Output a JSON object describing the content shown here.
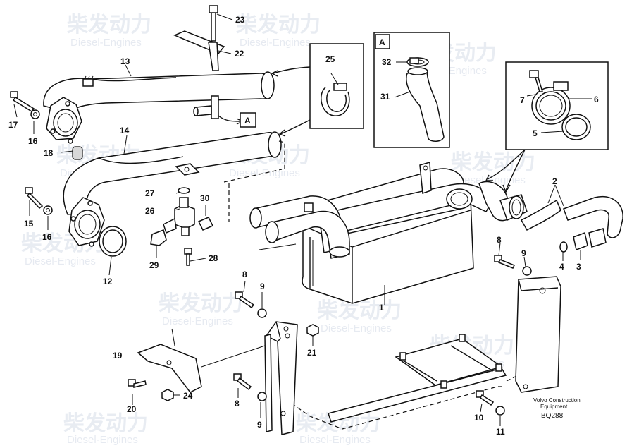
{
  "watermark": {
    "brand": "柴发动力",
    "sub": "Diesel-Engines"
  },
  "callouts": [
    {
      "id": "c1",
      "text": "1"
    },
    {
      "id": "c2",
      "text": "2"
    },
    {
      "id": "c3",
      "text": "3"
    },
    {
      "id": "c4",
      "text": "4"
    },
    {
      "id": "c5",
      "text": "5"
    },
    {
      "id": "c6",
      "text": "6"
    },
    {
      "id": "c7",
      "text": "7"
    },
    {
      "id": "c8a",
      "text": "8"
    },
    {
      "id": "c8b",
      "text": "8"
    },
    {
      "id": "c8c",
      "text": "8"
    },
    {
      "id": "c9a",
      "text": "9"
    },
    {
      "id": "c9b",
      "text": "9"
    },
    {
      "id": "c9c",
      "text": "9"
    },
    {
      "id": "c10",
      "text": "10"
    },
    {
      "id": "c11",
      "text": "11"
    },
    {
      "id": "c12",
      "text": "12"
    },
    {
      "id": "c13",
      "text": "13"
    },
    {
      "id": "c14",
      "text": "14"
    },
    {
      "id": "c15",
      "text": "15"
    },
    {
      "id": "c16a",
      "text": "16"
    },
    {
      "id": "c16b",
      "text": "16"
    },
    {
      "id": "c17",
      "text": "17"
    },
    {
      "id": "c18",
      "text": "18"
    },
    {
      "id": "c19",
      "text": "19"
    },
    {
      "id": "c20",
      "text": "20"
    },
    {
      "id": "c21",
      "text": "21"
    },
    {
      "id": "c22",
      "text": "22"
    },
    {
      "id": "c23",
      "text": "23"
    },
    {
      "id": "c24",
      "text": "24"
    },
    {
      "id": "c25",
      "text": "25"
    },
    {
      "id": "c26",
      "text": "26"
    },
    {
      "id": "c27",
      "text": "27"
    },
    {
      "id": "c28",
      "text": "28"
    },
    {
      "id": "c29",
      "text": "29"
    },
    {
      "id": "c30",
      "text": "30"
    },
    {
      "id": "c31",
      "text": "31"
    },
    {
      "id": "c32",
      "text": "32"
    }
  ],
  "detail_label": "A",
  "detail_ref_label": "A",
  "footer": {
    "line1": "Volvo Construction",
    "line2": "Equipment",
    "code": "BQ288"
  }
}
